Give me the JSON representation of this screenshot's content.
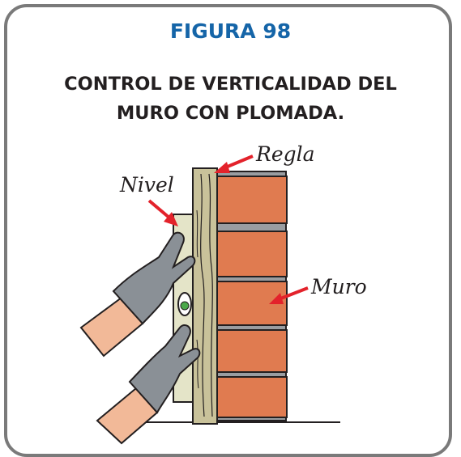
{
  "figure": {
    "number_label": "FIGURA 98",
    "title_line1": "CONTROL DE VERTICALIDAD DEL",
    "title_line2": "MURO CON PLOMADA."
  },
  "labels": {
    "regla": "Regla",
    "nivel": "Nivel",
    "muro": "Muro"
  },
  "colors": {
    "title_blue": "#1565a8",
    "brick": "#e07b50",
    "mortar": "#8c8f93",
    "wood": "#c9c29a",
    "level": "#e4e4c8",
    "glove": "#8a9096",
    "skin": "#f2b998",
    "arrow": "#e3222b",
    "border": "#7a7a7a"
  }
}
